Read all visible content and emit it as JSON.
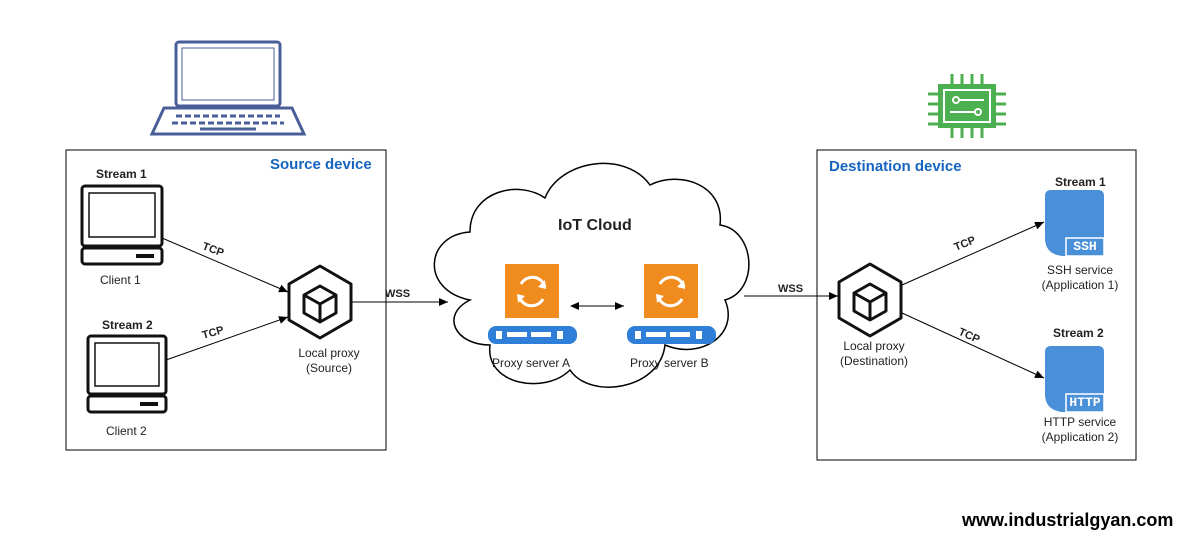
{
  "source": {
    "title": "Source device",
    "clients": [
      {
        "stream": "Stream 1",
        "label": "Client 1"
      },
      {
        "stream": "Stream 2",
        "label": "Client 2"
      }
    ],
    "proxy_line1": "Local proxy",
    "proxy_line2": "(Source)"
  },
  "cloud": {
    "title": "IoT Cloud",
    "server_a": "Proxy server A",
    "server_b": "Proxy server B"
  },
  "destination": {
    "title": "Destination device",
    "proxy_line1": "Local proxy",
    "proxy_line2": "(Destination)",
    "services": [
      {
        "stream": "Stream 1",
        "badge": "SSH",
        "line1": "SSH service",
        "line2": "(Application 1)"
      },
      {
        "stream": "Stream 2",
        "badge": "HTTP",
        "line1": "HTTP service",
        "line2": "(Application 2)"
      }
    ]
  },
  "edges": {
    "tcp": "TCP",
    "wss": "WSS"
  },
  "footer": "www.industrialgyan.com",
  "colors": {
    "accent_blue": "#1565c0",
    "server_orange": "#f08c1e",
    "server_blue": "#2f7ed8",
    "service_blue": "#4a90d9",
    "chip_green": "#4caf50",
    "laptop_blue": "#4a5f9a"
  }
}
